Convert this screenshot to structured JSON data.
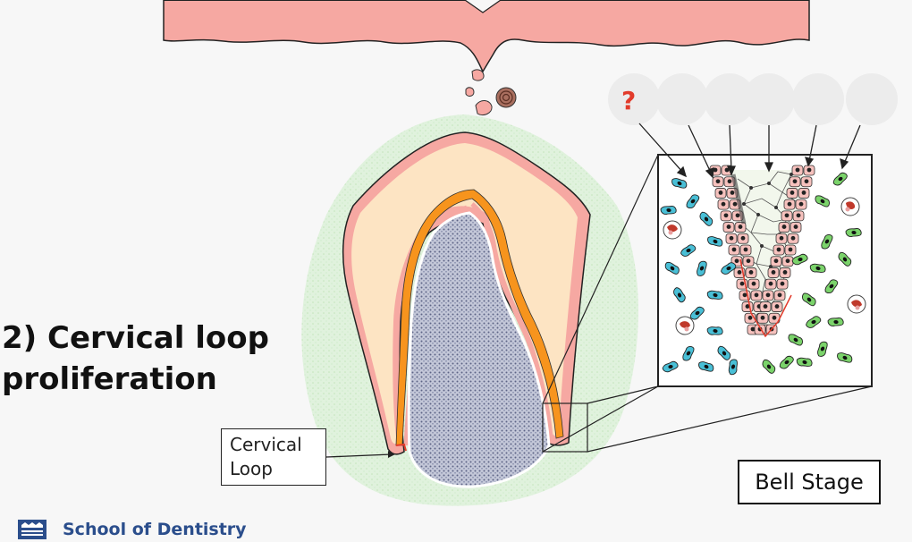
{
  "title": {
    "line1": "2) Cervical loop",
    "line2": "proliferation"
  },
  "cervical_loop_label": {
    "line1": "Cervical",
    "line2": "Loop"
  },
  "stage_label": "Bell Stage",
  "footer": {
    "school": "School of Dentistry"
  },
  "question_mark": "?",
  "colors": {
    "oral_epithelium": "#f6a8a2",
    "enamel_organ": "#fde4c3",
    "inner_enamel_epithelium": "#f7941d",
    "dental_papilla": "#aab2cf",
    "dental_follicle": "#d9f0d6",
    "mesenchyme_cyan": "#49bfd6",
    "mesenchyme_green": "#7bd36b",
    "footer_blue": "#2b4e8c",
    "question_red": "#e23b2b"
  }
}
